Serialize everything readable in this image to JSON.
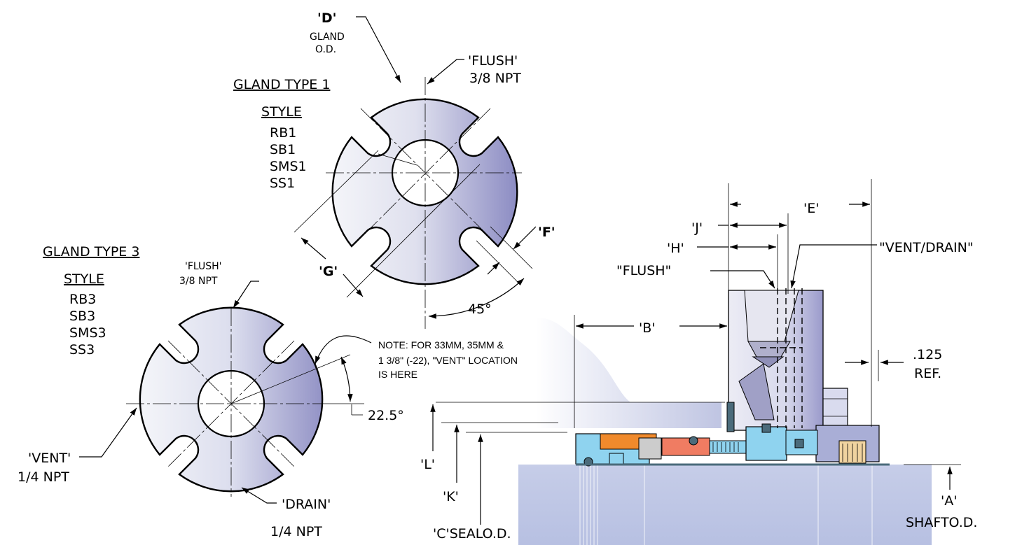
{
  "gland_type_1": {
    "title": "GLAND TYPE 1",
    "style_heading": "STYLE",
    "styles": [
      "RB1",
      "SB1",
      "SMS1",
      "SS1"
    ],
    "dim_d_label": "'D'",
    "dim_d_desc_line1": "GLAND",
    "dim_d_desc_line2": "O.D.",
    "flush_line1": "'FLUSH'",
    "flush_line2": "3/8 NPT",
    "dim_f_label": "'F'",
    "dim_g_label": "'G'",
    "angle_label": "45°"
  },
  "gland_type_3": {
    "title": "GLAND TYPE 3",
    "style_heading": "STYLE",
    "styles": [
      "RB3",
      "SB3",
      "SMS3",
      "SS3"
    ],
    "flush_line1": "'FLUSH'",
    "flush_line2": "3/8 NPT",
    "vent_line1": "'VENT'",
    "vent_line2": "1/4 NPT",
    "drain_line1": "'DRAIN'",
    "drain_line2": "1/4 NPT",
    "angle_label": "22.5°",
    "note_lines": [
      "NOTE: FOR 33MM, 35MM &",
      "1 3/8\" (-22), \"VENT\" LOCATION",
      "IS HERE"
    ]
  },
  "section_view": {
    "dim_e_label": "'E'",
    "dim_j_label": "'J'",
    "dim_h_label": "'H'",
    "vent_drain_label": "\"VENT/DRAIN\"",
    "flush_label": "\"FLUSH\"",
    "dim_b_label": "'B'",
    "ref_line1": ".125",
    "ref_line2": "REF.",
    "dim_l_label": "'L'",
    "dim_k_label": "'K'",
    "seal_od_label": "'C'SEALO.D.",
    "dim_a_label": "'A'",
    "shaft_od_label": "SHAFTO.D."
  },
  "colors": {
    "gland_gradient_light": "#f2f3f8",
    "gland_gradient_dark": "#8f8fc4",
    "shaft": "#c3cbe6",
    "seal_blue": "#8ed2ee",
    "seal_orange": "#f08a2c",
    "seal_salmon": "#f07c62",
    "seal_gray": "#c8c8c8",
    "seal_dark": "#4b6b7b"
  }
}
